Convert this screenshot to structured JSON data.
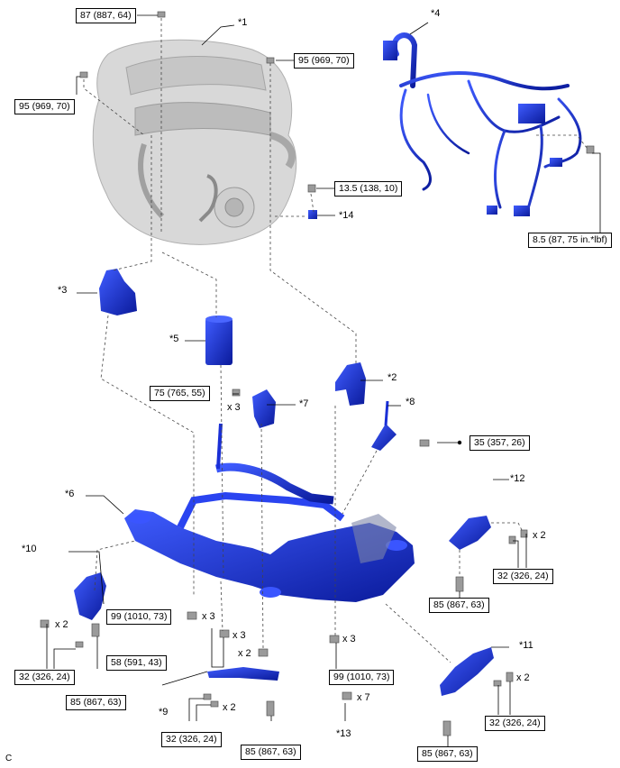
{
  "callouts": {
    "c1": "*1",
    "c2": "*2",
    "c3": "*3",
    "c4": "*4",
    "c5": "*5",
    "c6": "*6",
    "c7": "*7",
    "c8": "*8",
    "c9": "*9",
    "c10": "*10",
    "c11": "*11",
    "c12": "*12",
    "c13": "*13",
    "c14": "*14"
  },
  "torques": {
    "t_top": "87 (887, 64)",
    "t_95_left": "95 (969, 70)",
    "t_95_mid": "95 (969, 70)",
    "t_13_5": "13.5 (138, 10)",
    "t_8_5": "8.5 (87, 75 in.*lbf)",
    "t_75": "75 (765, 55)",
    "t_35": "35 (357, 26)",
    "t_32_right": "32 (326, 24)",
    "t_32_left": "32 (326, 24)",
    "t_85_left": "85 (867, 63)",
    "t_99_left": "99 (1010, 73)",
    "t_58": "58 (591, 43)",
    "t_85_mid": "85 (867, 63)",
    "t_32_bottom": "32 (326, 24)",
    "t_99_right": "99 (1010, 73)",
    "t_85_right_top": "85 (867, 63)",
    "t_32_right_bottom": "32 (326, 24)",
    "t_85_right_bottom": "85 (867, 63)"
  },
  "quantities": {
    "q_x3_bolt": "x 3",
    "q_x2_12": "x 2",
    "q_x2_10": "x 2",
    "q_x3_99": "x 3",
    "q_x3_58": "x 3",
    "q_x2_58": "x 2",
    "q_x2_9": "x 2",
    "q_x3_99r": "x 3",
    "q_x7": "x 7",
    "q_x2_11": "x 2"
  },
  "figure_code": "C",
  "colors": {
    "part_blue": "#1a2fd6",
    "part_dark": "#0a1a8a",
    "engine_gray": "#cfcfcf",
    "line": "#000000"
  }
}
